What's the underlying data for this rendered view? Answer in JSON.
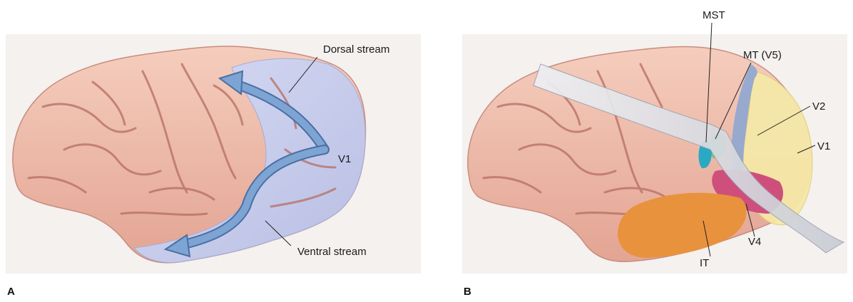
{
  "panel_a": {
    "letter": "A",
    "labels": {
      "dorsal": "Dorsal stream",
      "v1": "V1",
      "ventral": "Ventral stream"
    }
  },
  "panel_b": {
    "letter": "B",
    "labels": {
      "mst": "MST",
      "mt": "MT (V5)",
      "v2": "V2",
      "v1": "V1",
      "v4": "V4",
      "it": "IT"
    }
  },
  "colors": {
    "background_area": "#f4f1ef",
    "brain": "#eebaa9",
    "brain_shade": "#d78f80",
    "sulcus": "#b56d62",
    "visual_cortex": "#c9cdec",
    "arrow": "#6f96c9",
    "v1": "#f7e9a6",
    "v2": "#8fa8cf",
    "mt": "#7cc47d",
    "mst": "#2aa9c3",
    "v4": "#cf4f7c",
    "it": "#e8923e",
    "cut_plane": "#dfe2e8"
  }
}
